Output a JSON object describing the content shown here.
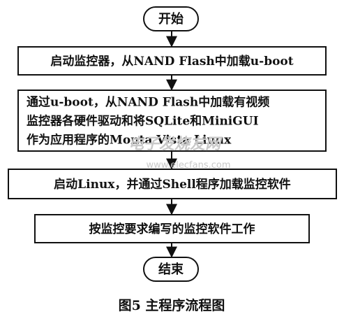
{
  "diagram": {
    "type": "flowchart",
    "nodes": [
      {
        "id": "start",
        "shape": "terminal",
        "lines": [
          "开始"
        ]
      },
      {
        "id": "load-uboot",
        "shape": "process",
        "lines": [
          "启动监控器，从NAND Flash中加载u-boot"
        ]
      },
      {
        "id": "load-linux",
        "shape": "process",
        "lines": [
          "通过u-boot，从NAND Flash中加载有视频",
          "监控器各硬件驱动和将SQLite和MiniGUI",
          "作为应用程序的Monta Vista Linux"
        ]
      },
      {
        "id": "start-linux",
        "shape": "process",
        "lines": [
          "启动Linux，并通过Shell程序加载监控软件"
        ]
      },
      {
        "id": "run-software",
        "shape": "process",
        "lines": [
          "按监控要求编写的监控软件工作"
        ]
      },
      {
        "id": "end",
        "shape": "terminal",
        "lines": [
          "结束"
        ]
      }
    ],
    "edges": [
      {
        "from": "start",
        "to": "load-uboot"
      },
      {
        "from": "load-uboot",
        "to": "load-linux"
      },
      {
        "from": "load-linux",
        "to": "start-linux"
      },
      {
        "from": "start-linux",
        "to": "run-software"
      },
      {
        "from": "run-software",
        "to": "end"
      }
    ],
    "caption": "图5  主程序流程图",
    "watermark": {
      "logo_text": "电子发烧友网",
      "url": "www.elecfans.com"
    },
    "colors": {
      "stroke": "#111111",
      "text": "#111111",
      "background": "#ffffff",
      "watermark": "#c9c9c9"
    }
  }
}
